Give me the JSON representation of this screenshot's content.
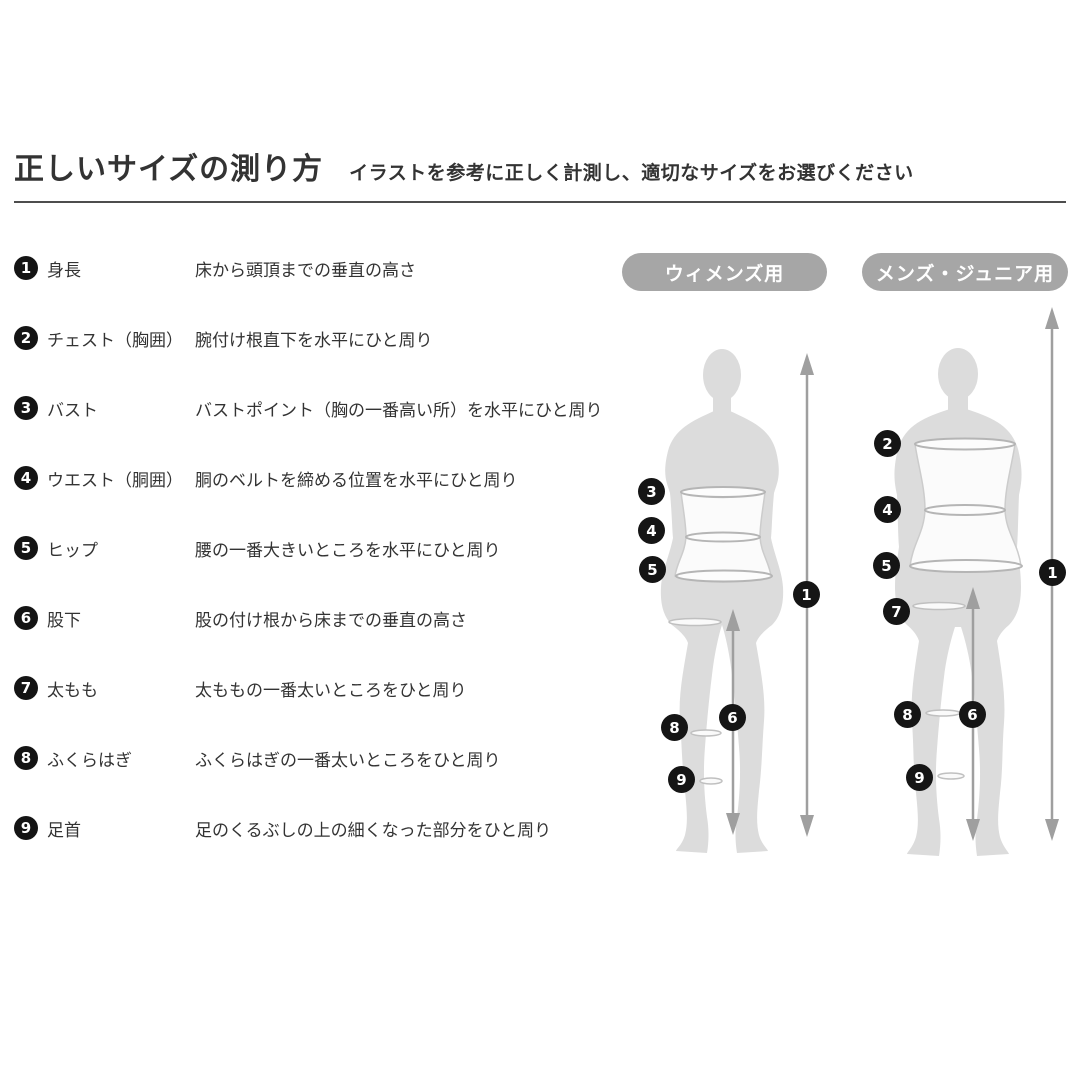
{
  "page": {
    "title": "正しいサイズの測り方",
    "subtitle": "イラストを参考に正しく計測し、適切なサイズをお選びください"
  },
  "measurements": [
    {
      "num": "1",
      "label": "身長",
      "desc": "床から頭頂までの垂直の高さ"
    },
    {
      "num": "2",
      "label": "チェスト（胸囲）",
      "desc": "腕付け根直下を水平にひと周り"
    },
    {
      "num": "3",
      "label": "バスト",
      "desc": "バストポイント（胸の一番高い所）を水平にひと周り"
    },
    {
      "num": "4",
      "label": "ウエスト（胴囲）",
      "desc": "胴のベルトを締める位置を水平にひと周り"
    },
    {
      "num": "5",
      "label": "ヒップ",
      "desc": "腰の一番大きいところを水平にひと周り"
    },
    {
      "num": "6",
      "label": "股下",
      "desc": "股の付け根から床までの垂直の高さ"
    },
    {
      "num": "7",
      "label": "太もも",
      "desc": "太ももの一番太いところをひと周り"
    },
    {
      "num": "8",
      "label": "ふくらはぎ",
      "desc": "ふくらはぎの一番太いところをひと周り"
    },
    {
      "num": "9",
      "label": "足首",
      "desc": "足のくるぶしの上の細くなった部分をひと周り"
    }
  ],
  "figures": {
    "women": {
      "label": "ウィメンズ用",
      "markers": [
        "3",
        "4",
        "5",
        "1",
        "6",
        "8",
        "9"
      ]
    },
    "men": {
      "label": "メンズ・ジュニア用",
      "markers": [
        "2",
        "4",
        "5",
        "7",
        "1",
        "6",
        "8",
        "9"
      ]
    }
  },
  "colors": {
    "text": "#333333",
    "badge": "#141414",
    "pill": "#a6a6a6",
    "silhouette": "#dcdcdc",
    "band_stroke": "#b5b5b5",
    "arrow": "#9f9f9f"
  }
}
